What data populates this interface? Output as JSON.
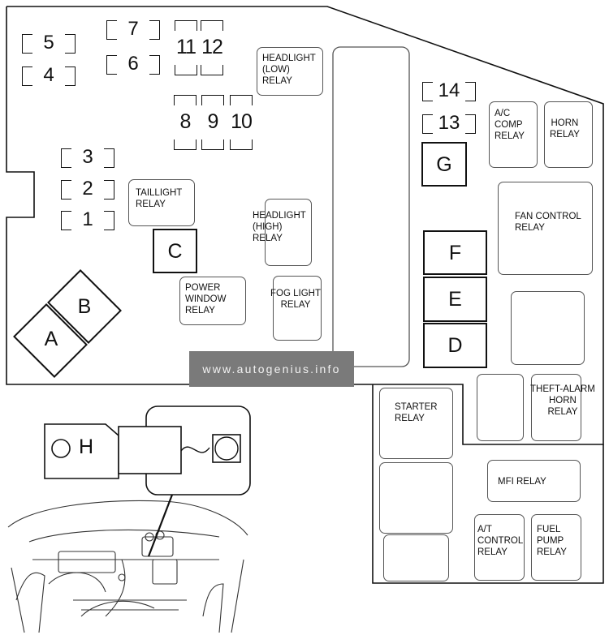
{
  "fuses": [
    "5",
    "4",
    "7",
    "6",
    "11",
    "12",
    "8",
    "9",
    "10",
    "3",
    "2",
    "1",
    "14",
    "13"
  ],
  "relays": {
    "headlight_low": "HEADLIGHT\n(LOW)\nRELAY",
    "taillight": "TAILLIGHT\nRELAY",
    "headlight_high": "HEADLIGHT\n(HIGH)\nRELAY",
    "power_window": "POWER\nWINDOW\nRELAY",
    "fog_light": "FOG LIGHT\nRELAY",
    "ac_comp": "A/C\nCOMP\nRELAY",
    "horn": "HORN\nRELAY",
    "fan_control": "FAN CONTROL\nRELAY",
    "theft_alarm_horn": "THEFT-ALARM\nHORN\nRELAY",
    "starter": "STARTER\nRELAY",
    "mfi": "MFI RELAY",
    "at_control": "A/T\nCONTROL\nRELAY",
    "fuel_pump": "FUEL\nPUMP\nRELAY"
  },
  "large_fuses": {
    "a": "A",
    "b": "B",
    "c": "C",
    "d": "D",
    "e": "E",
    "f": "F",
    "g": "G",
    "h": "H"
  },
  "watermark": "www.autogenius.info"
}
